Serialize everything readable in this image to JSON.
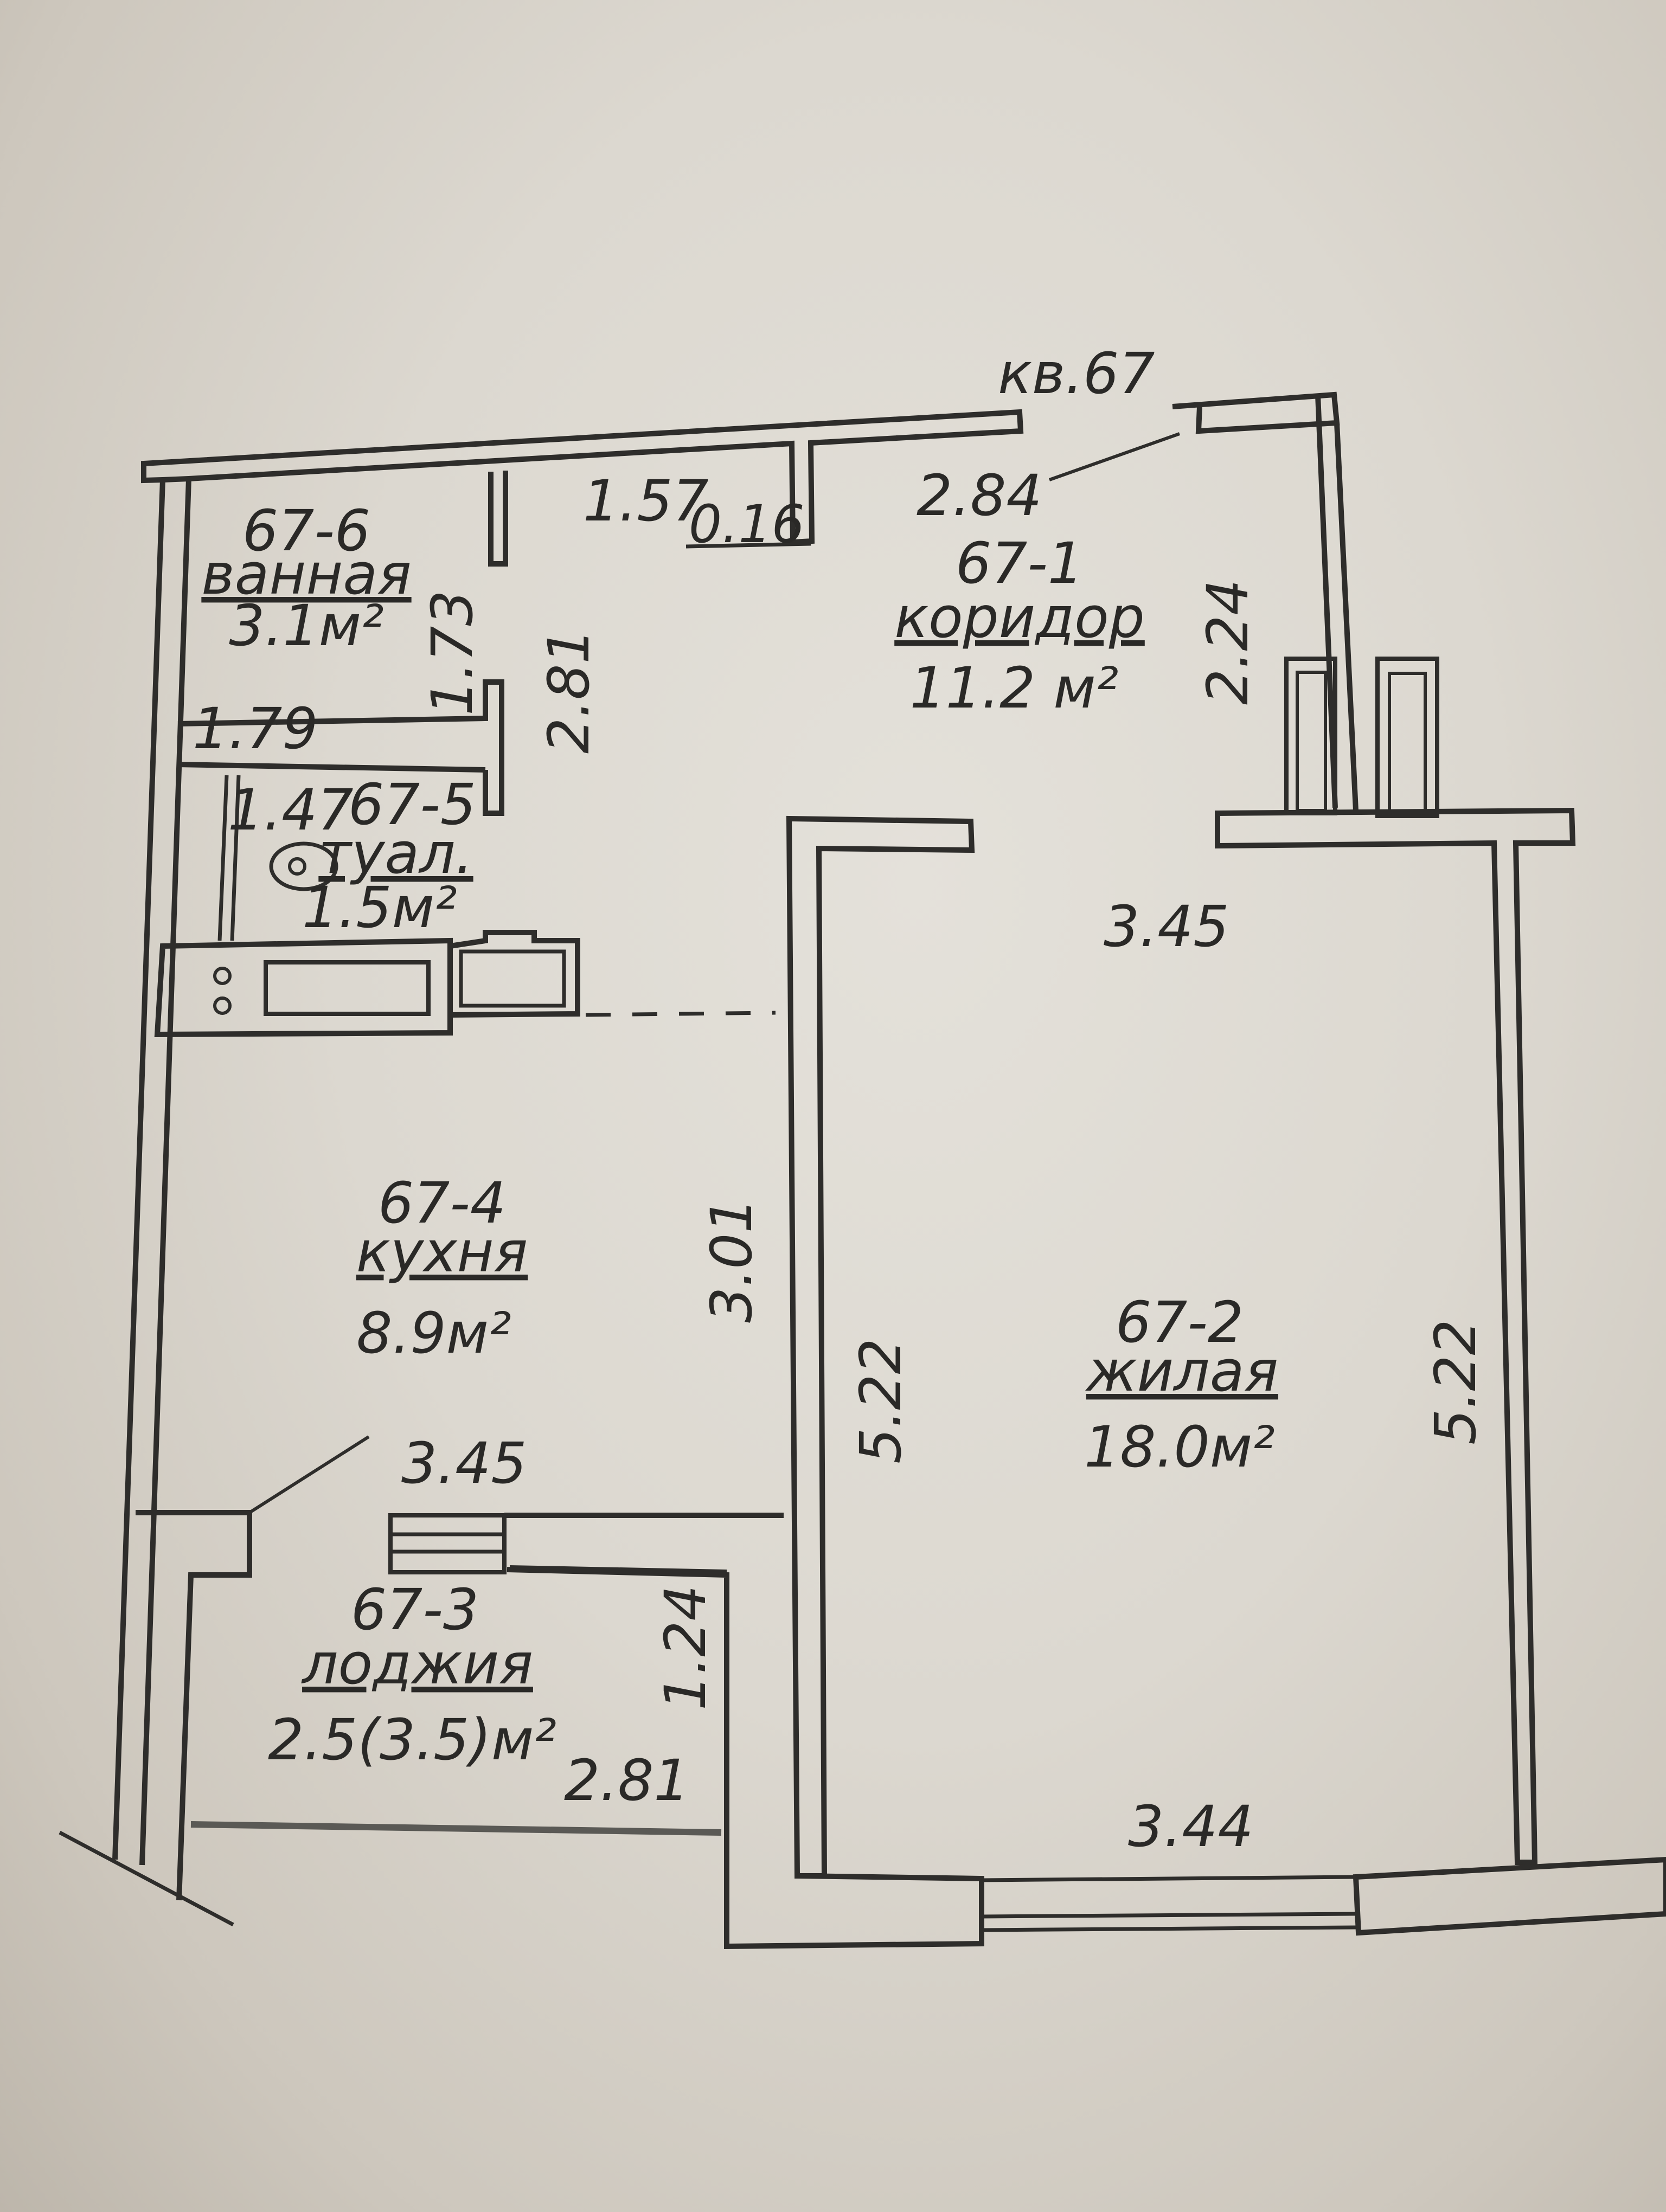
{
  "apartment": {
    "label": "кв.67"
  },
  "rooms": [
    {
      "id": "67-1",
      "name": "коридор",
      "area": "11.2 м²"
    },
    {
      "id": "67-2",
      "name": "жилая",
      "area": "18.0м²"
    },
    {
      "id": "67-3",
      "name": "лоджия",
      "area": "2.5(3.5)м²"
    },
    {
      "id": "67-4",
      "name": "кухня",
      "area": "8.9м²"
    },
    {
      "id": "67-5",
      "name": "туал.",
      "area": "1.5м²"
    },
    {
      "id": "67-6",
      "name": "ванная",
      "area": "3.1м²"
    }
  ],
  "dimensions": {
    "d_1_57": "1.57",
    "d_0_16": "0.16",
    "d_2_84": "2.84",
    "d_2_24": "2.24",
    "d_1_73": "1.73",
    "d_2_81_top": "2.81",
    "d_1_79": "1.79",
    "d_1_47": "1.47",
    "d_3_45_top": "3.45",
    "d_3_01": "3.01",
    "d_5_22_left": "5.22",
    "d_5_22_right": "5.22",
    "d_3_45_bottom": "3.45",
    "d_1_24": "1.24",
    "d_2_81_bottom": "2.81",
    "d_3_44": "3.44"
  }
}
